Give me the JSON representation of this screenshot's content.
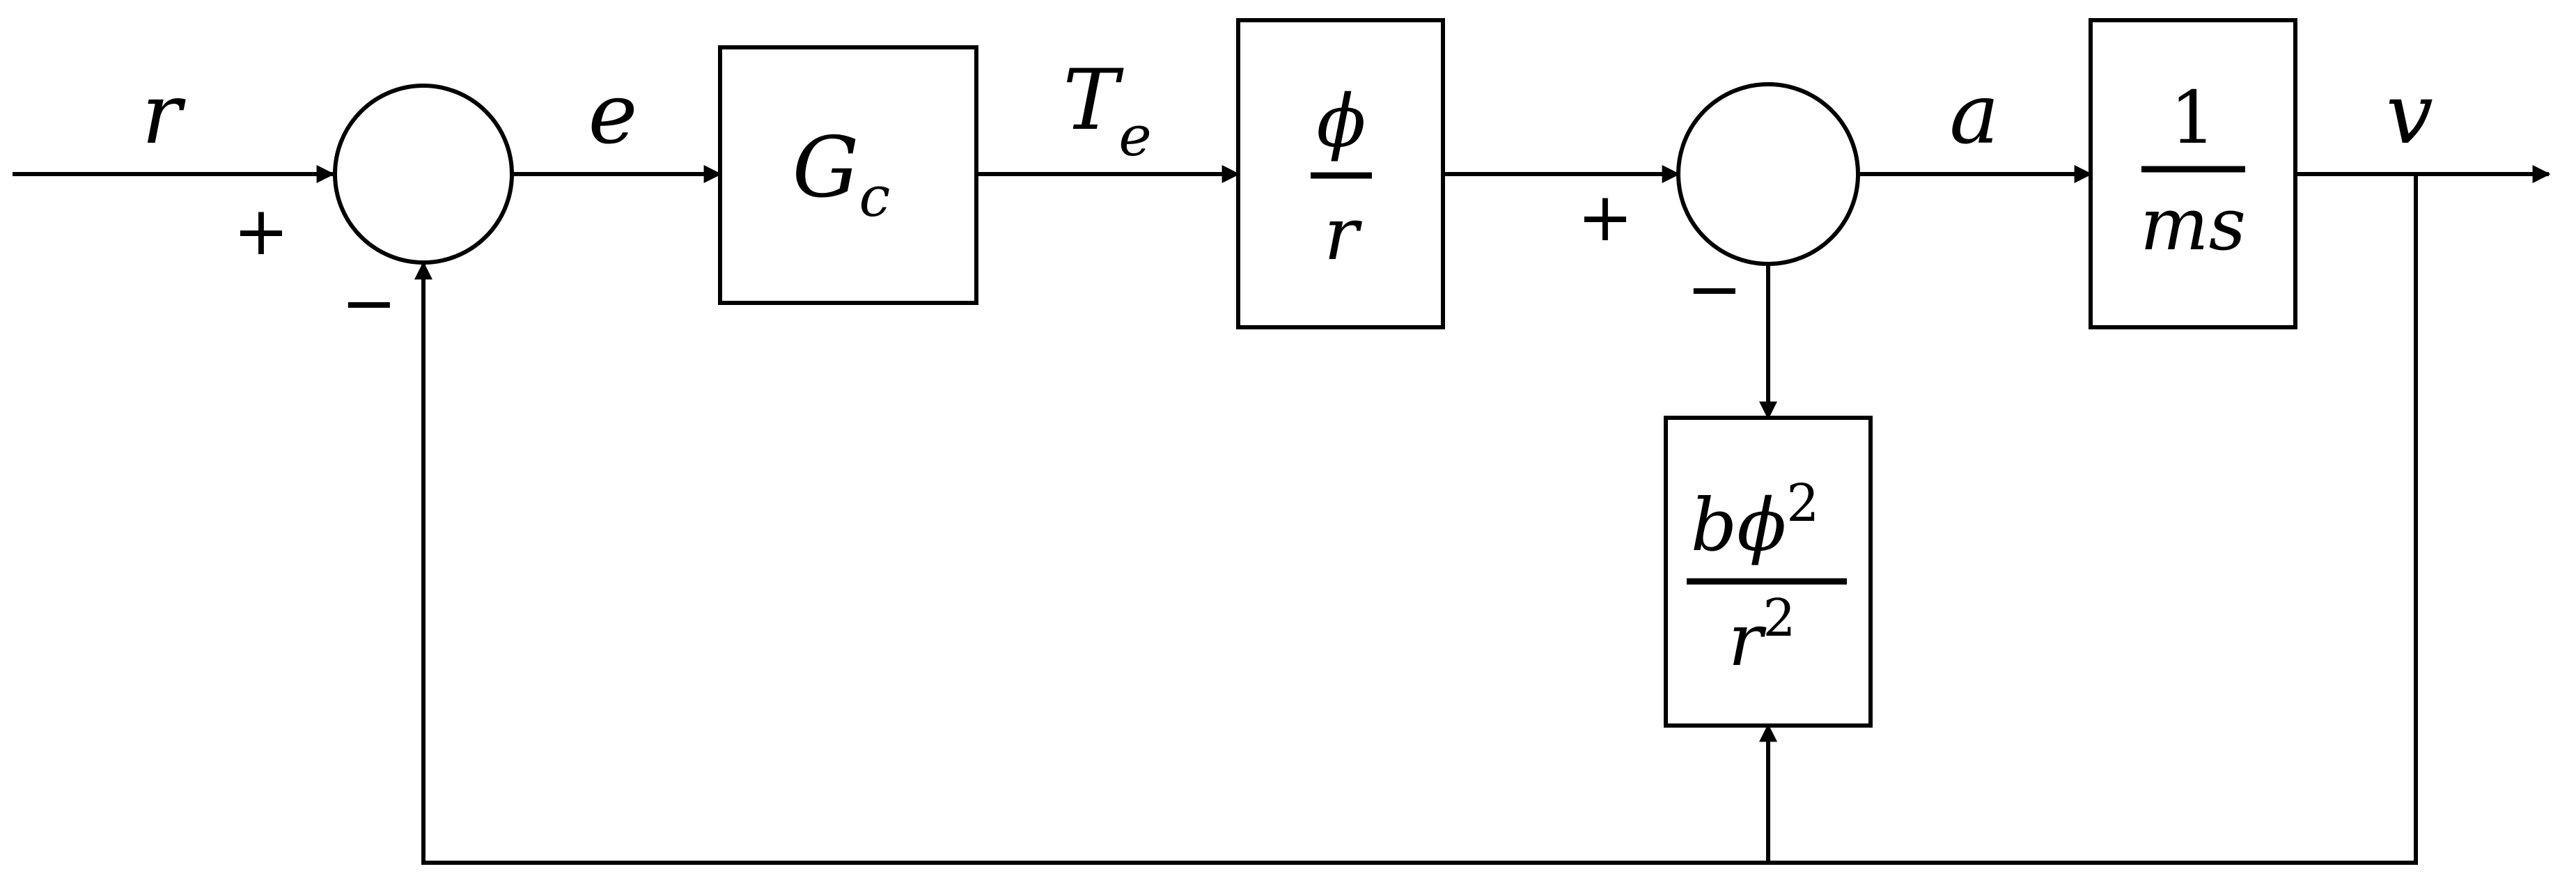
{
  "signals": {
    "reference": "r",
    "error": "e",
    "torque": "T",
    "torque_sub": "e",
    "acceleration": "a",
    "velocity": "v"
  },
  "blocks": {
    "controller": {
      "main": "G",
      "sub": "c"
    },
    "gain": {
      "numerator": "ϕ",
      "denominator": "r"
    },
    "plant": {
      "numerator": "1",
      "denominator": "ms"
    },
    "friction": {
      "numerator": "bϕ",
      "numerator_sup": "2",
      "denominator": "r",
      "denominator_sup": "2"
    }
  },
  "junctions": {
    "sum1": {
      "plus": "+",
      "minus": "−"
    },
    "sum2": {
      "plus": "+",
      "minus": "−"
    }
  }
}
